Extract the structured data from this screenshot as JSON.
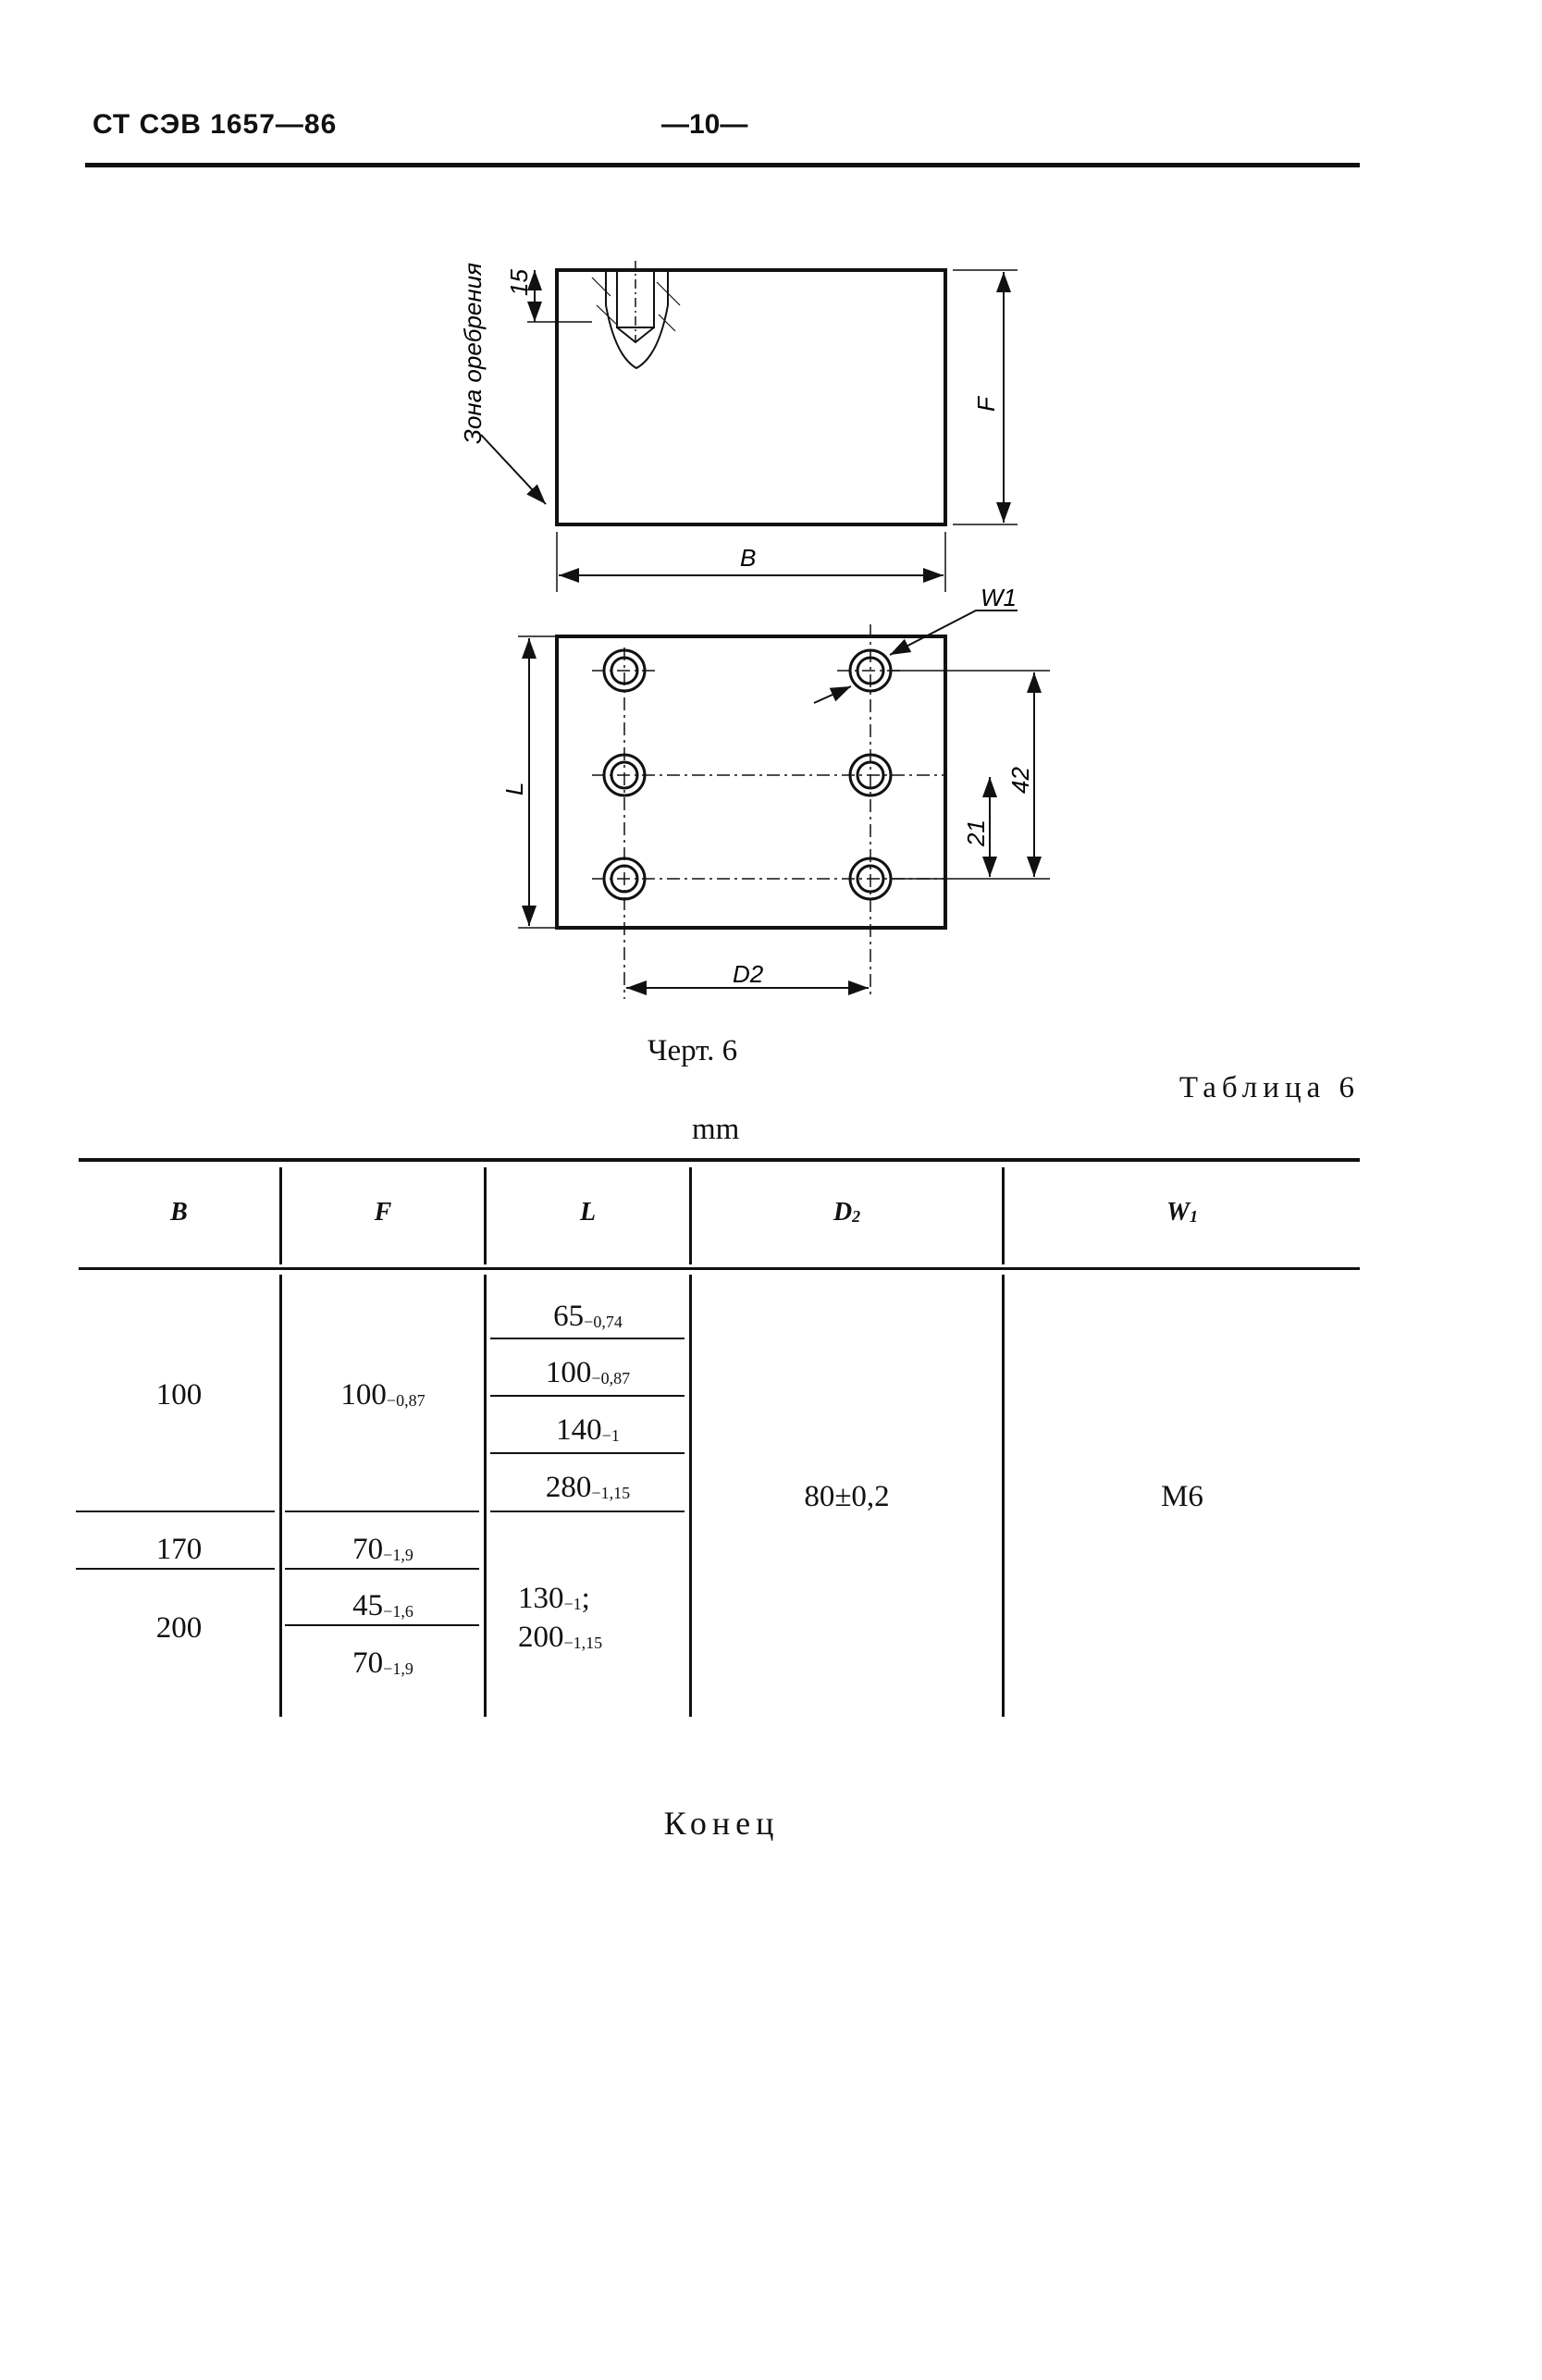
{
  "header": {
    "standard_code": "СТ СЭВ 1657—86",
    "page_number": "—10—"
  },
  "drawing": {
    "zone_label": "Зона оребрения",
    "dim_15": "15",
    "dim_F": "F",
    "dim_B": "B",
    "dim_W1": "W1",
    "dim_L": "L",
    "dim_42": "42",
    "dim_21": "21",
    "dim_D2": "D2"
  },
  "caption": "Черт. 6",
  "table_title": "Таблица 6",
  "units": "mm",
  "table": {
    "headers": {
      "B": "B",
      "F": "F",
      "L": "L",
      "D": "D",
      "D_sub": "2",
      "W": "W",
      "W_sub": "1"
    },
    "B_values": [
      "100",
      "170",
      "200"
    ],
    "F_values": [
      {
        "main": "100",
        "tol": "−0,87"
      },
      {
        "main": "70",
        "tol": "−1,9"
      },
      {
        "main": "45",
        "tol": "−1,6"
      },
      {
        "main": "70",
        "tol": "−1,9"
      }
    ],
    "L_values": [
      {
        "main": "65",
        "tol": "−0,74"
      },
      {
        "main": "100",
        "tol": "−0,87"
      },
      {
        "main": "140",
        "tol": "−1"
      },
      {
        "main": "280",
        "tol": "−1,15"
      },
      {
        "main": "130",
        "tol": "−1",
        "suffix": ";"
      },
      {
        "main": "200",
        "tol": "−1,15"
      }
    ],
    "D2_value": "80±0,2",
    "W1_value": "M6"
  },
  "footer": "Конец"
}
